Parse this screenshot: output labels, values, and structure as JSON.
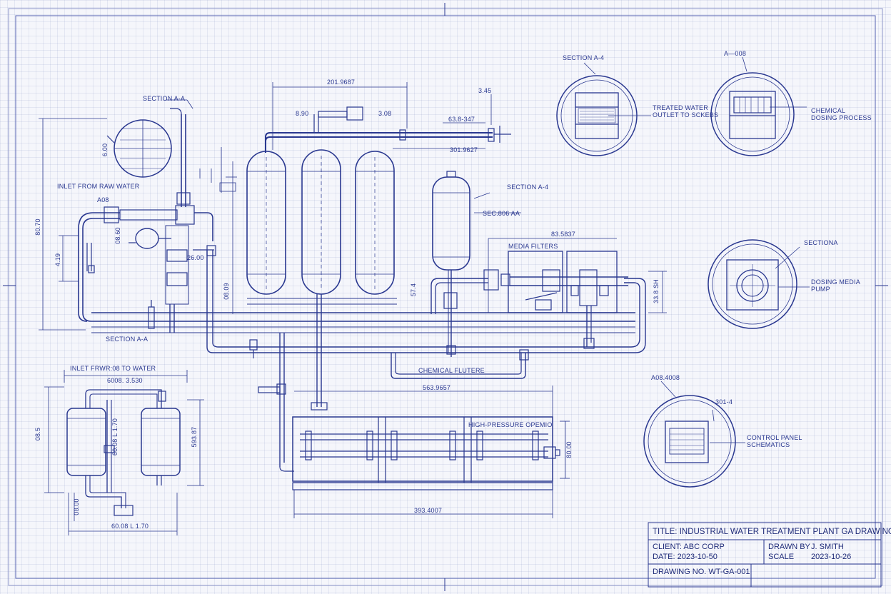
{
  "labels": {
    "section_a_top": "SECTION A-A",
    "inlet_raw_water": "INLET FROM RAW WATER",
    "section_a_left": "SECTION A-A",
    "inlet_bottom": "INLET FRWR:08 TO WATER",
    "section_a4": "SECTION A-4",
    "media_filters": "MEDIA FILTERS",
    "chemical_filtere": "CHEMICAL FLUTERE",
    "high_pressure": "HIGH-PRESSURE OPEMIO",
    "section_a4_circle": "SECTION A-4",
    "a_008": "A—008",
    "treated_water_1": "TREATED WATER",
    "treated_water_2": "OUTLET TO SCKEBS",
    "chemical_1": "CHEMICAL",
    "chemical_2": "DOSING PROCESS",
    "sectiona": "SECTIONA",
    "dosing_pump_1": "DOSING MEDIA",
    "dosing_pump_2": "PUMP",
    "code_008": "A08.4008",
    "code_301": "301-4",
    "control_panel_1": "CONTROL PANEL",
    "control_panel_2": "SCHEMATICS"
  },
  "dimensions": {
    "d_top": "201.9687",
    "d_343": "3.45",
    "d_890": "8.90",
    "d_308": "3.08",
    "d_634": "63.8-347",
    "d_301": "301.9627",
    "d_sa": "SEC.806 AA",
    "d_835": "83.5837",
    "d_left_h": "80.70",
    "d_419": "4.19",
    "d_a06": "A08",
    "d_600": "6.00",
    "d_0860": "08.60",
    "d_2600": "26.00",
    "d_0809": "08.09",
    "d_574": "57.4",
    "d_338": "33.8 SH",
    "d_6008": "6008. 3.530",
    "d_085": "08.5",
    "d_5931": "593.87",
    "d_0800": "08.00",
    "d_6008b": "60.08 L 1.70",
    "d_5639": "563.9657",
    "d_8030": "80.00",
    "d_3934": "393.4007"
  },
  "title_block": {
    "title": "TITLE: INDUSTRIAL WATER TREATMENT PLANT GA DRAWING",
    "client": "CLIENT: ABC CORP",
    "date": "DATE: 2023-10-50",
    "drawn_by_label": "DRAWN BY",
    "drawn_by_value": "J. SMITH",
    "scale_label": "SCALE",
    "scale_value": "2023-10-26",
    "drawing_no": "DRAWING NO. WT-GA-001"
  },
  "colors": {
    "ink": "#2a3890",
    "paper": "#f5f6fb"
  }
}
